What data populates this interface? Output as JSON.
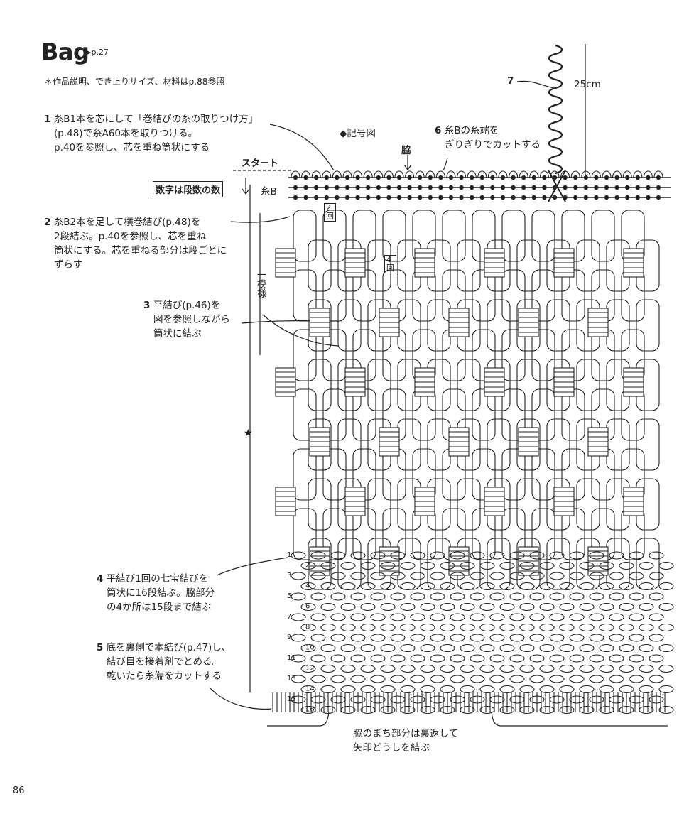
{
  "header": {
    "title": "Bag",
    "page_ref": "▶p.27",
    "note": "＊作品説明、でき上りサイズ、材料はp.88参照"
  },
  "diagram_label": "◆記号図",
  "start_label": "スタート",
  "rows_legend": "数字は段数の数",
  "yarn_b_label": "糸B",
  "gusset_label": "脇",
  "pattern_unit_label": "一模様",
  "star_mark": "★",
  "length_label": "25cm",
  "step_marker_7": "7",
  "row_marks": {
    "r2": "2",
    "r2_unit": "回",
    "r4": "4",
    "r4_unit": "回"
  },
  "row_numbers": [
    "1",
    "2",
    "3",
    "4",
    "5",
    "6",
    "7",
    "8",
    "9",
    "10",
    "11",
    "12",
    "13",
    "14",
    "15",
    "16"
  ],
  "steps": [
    {
      "num": "1",
      "lines": [
        "糸B1本を芯にして「巻結びの糸の取りつけ方」",
        "(p.48)で糸A60本を取りつける。",
        "p.40を参照し、芯を重ね筒状にする"
      ]
    },
    {
      "num": "2",
      "lines": [
        "糸B2本を足して横巻結び(p.48)を",
        "2段結ぶ。p.40を参照し、芯を重ね",
        "筒状にする。芯を重ねる部分は段ごとに",
        "ずらす"
      ]
    },
    {
      "num": "3",
      "lines": [
        "平結び(p.46)を",
        "図を参照しながら",
        "筒状に結ぶ"
      ]
    },
    {
      "num": "4",
      "lines": [
        "平結び1回の七宝結びを",
        "筒状に16段結ぶ。脇部分",
        "の4か所は15段まで結ぶ"
      ]
    },
    {
      "num": "5",
      "lines": [
        "底を裏側で本結び(p.47)し、",
        "結び目を接着剤でとめる。",
        "乾いたら糸端をカットする"
      ]
    },
    {
      "num": "6",
      "lines": [
        "糸Bの糸端を",
        "ぎりぎりでカットする"
      ]
    }
  ],
  "bottom_note": [
    "脇のまち部分は裏返して",
    "矢印どうしを結ぶ"
  ],
  "page_number": "86"
}
